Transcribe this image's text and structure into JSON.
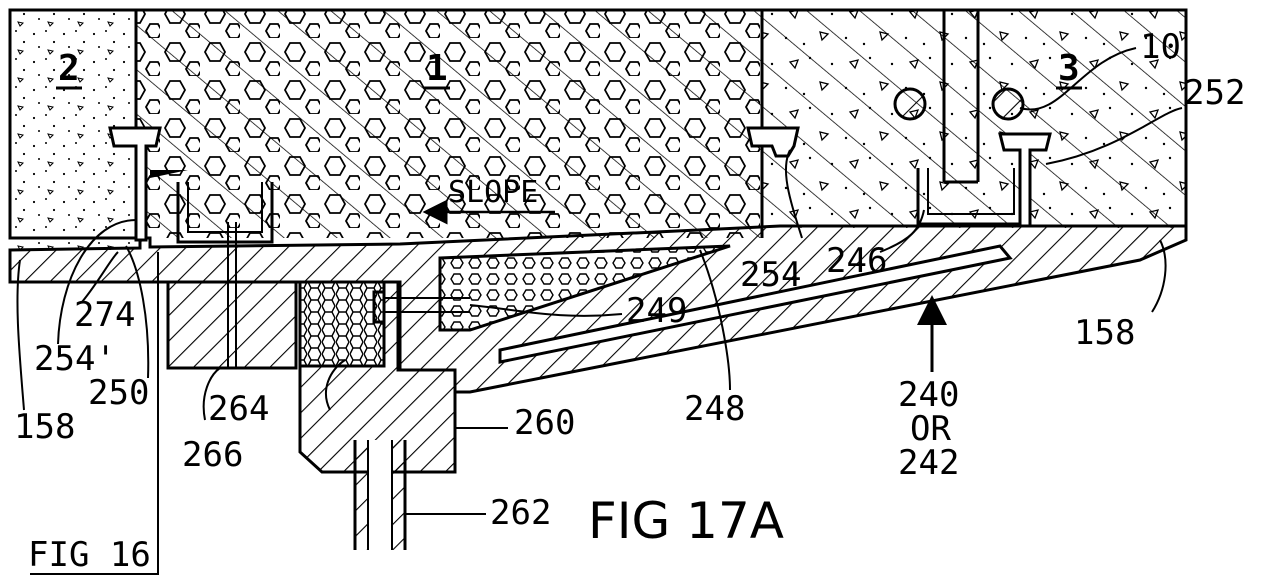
{
  "figure": {
    "title": "FIG 17A",
    "inset_label": "FIG 16",
    "zone_labels": [
      "2",
      "1",
      "3"
    ],
    "flow_label": "SLOPE",
    "reference_numerals": {
      "r10": "10",
      "r252": "252",
      "r254": "254",
      "r246": "246",
      "r249": "249",
      "r158_right": "158",
      "r274": "274",
      "r254p": "254'",
      "r250": "250",
      "r158_left": "158",
      "r264": "264",
      "r266": "266",
      "r248": "248",
      "r260": "260",
      "r262": "262",
      "r240": "240",
      "r_or": "OR",
      "r242": "242"
    }
  }
}
